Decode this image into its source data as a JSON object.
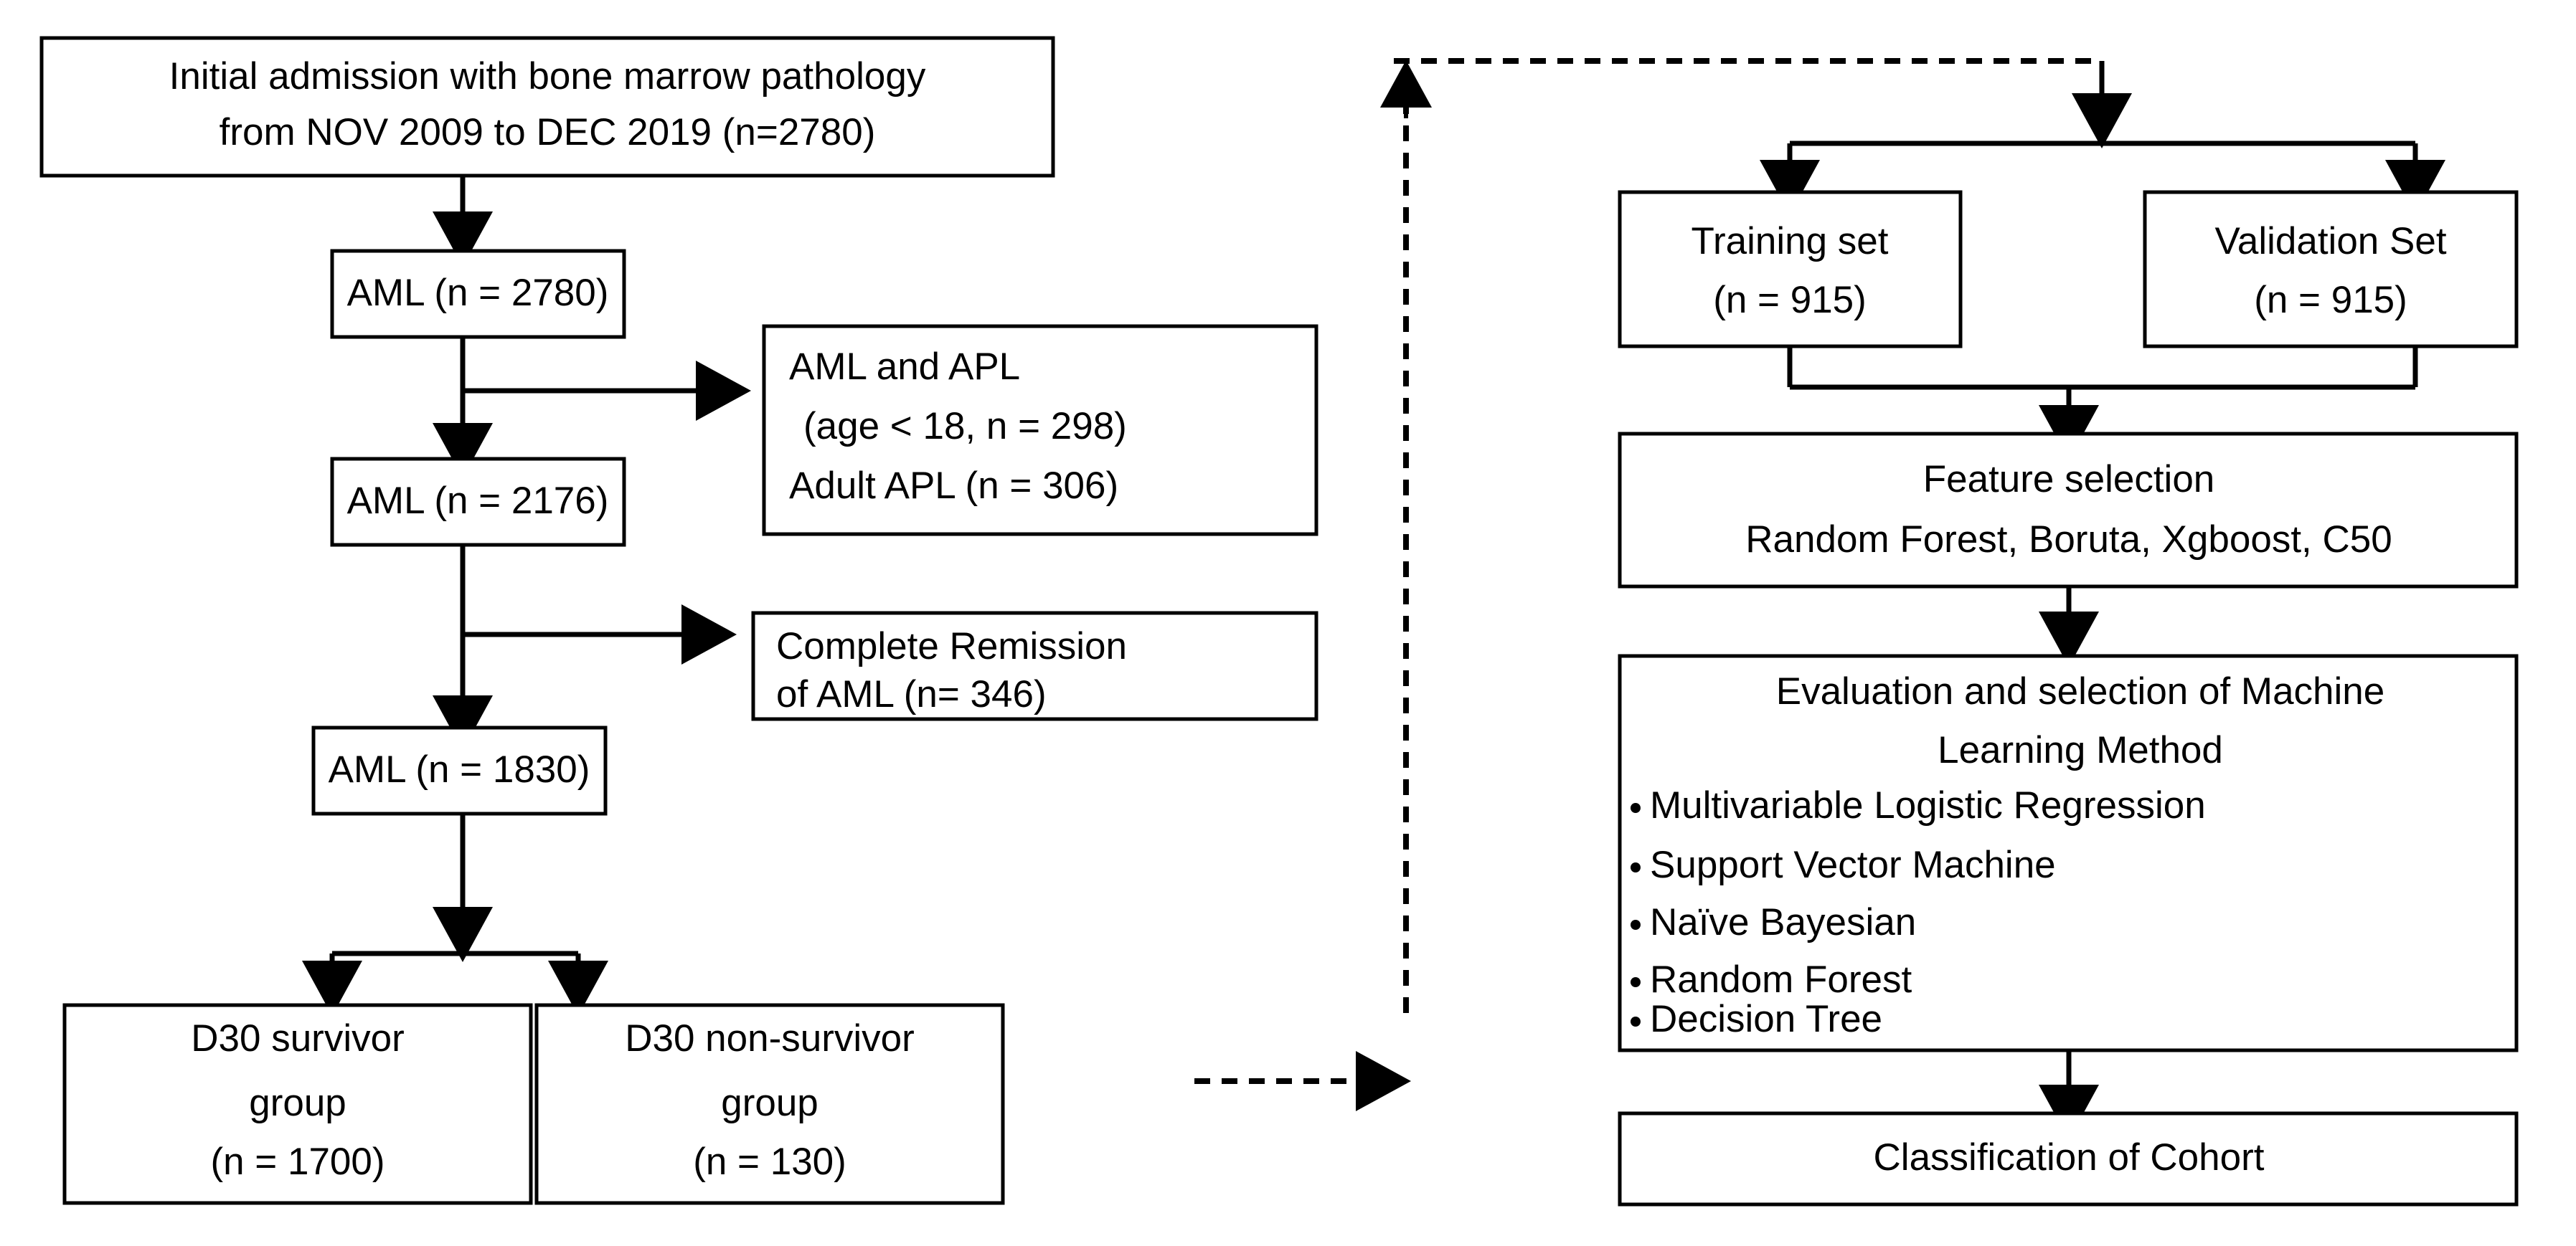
{
  "diagram": {
    "title": "AML study cohort selection and machine-learning workflow flowchart",
    "stroke_color": "#000000",
    "fill_color": "#ffffff",
    "background": "#ffffff"
  },
  "left_column": {
    "initial_admission": {
      "line1": "Initial admission with bone marrow pathology",
      "line2": "from NOV 2009 to DEC 2019 (n=2780)"
    },
    "aml_2780": {
      "line1": "AML (n = 2780)"
    },
    "aml_2176": {
      "line1": "AML (n = 2176)"
    },
    "aml_1830": {
      "line1": "AML (n = 1830)"
    },
    "exclusion_apl": {
      "line1": "AML and APL",
      "line2": "(age < 18, n = 298)",
      "line3": "Adult APL (n = 306)"
    },
    "exclusion_remission": {
      "line1": "Complete Remission",
      "line2": "of AML (n= 346)"
    },
    "d30_survivor": {
      "line1": "D30 survivor",
      "line2": "group",
      "line3": "(n = 1700)"
    },
    "d30_non_survivor": {
      "line1": "D30 non-survivor",
      "line2": "group",
      "line3": "(n = 130)"
    }
  },
  "right_column": {
    "training_set": {
      "line1": "Training set",
      "line2": "(n = 915)"
    },
    "validation_set": {
      "line1": "Validation Set",
      "line2": "(n = 915)"
    },
    "feature_selection": {
      "line1": "Feature selection",
      "line2": "Random Forest, Boruta, Xgboost, C50"
    },
    "ml_methods": {
      "heading_line1": "Evaluation and selection of Machine",
      "heading_line2": "Learning Method",
      "items": [
        "Multivariable  Logistic Regression",
        "Support Vector Machine",
        "Naïve Bayesian",
        "Random Forest",
        "Decision Tree"
      ]
    },
    "classification": {
      "line1": "Classification of Cohort"
    }
  }
}
